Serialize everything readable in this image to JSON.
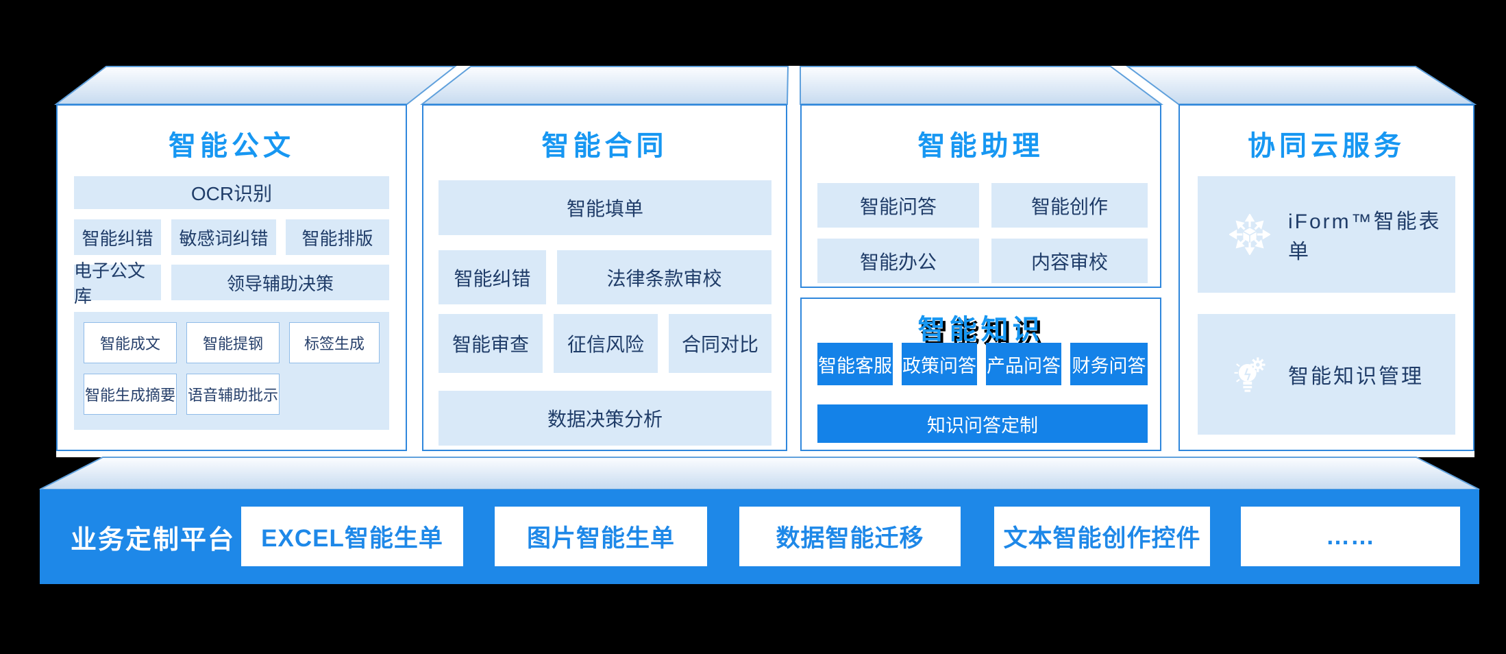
{
  "colors": {
    "canvas_background": "#000000",
    "title_blue": "#1797F2",
    "bar_blue": "#1E88E8",
    "deep_button_blue": "#1482E8",
    "light_card": "#D9E9F8",
    "panel_border": "#2F87DC",
    "navy_text": "#1F3C68"
  },
  "panels": {
    "gongwen": {
      "title": "智能公文",
      "ocr": "OCR识别",
      "jiucuo": "智能纠错",
      "minganci": "敏感词纠错",
      "paiban": "智能排版",
      "gongwenku": "电子公文库",
      "lingdao": "领导辅助决策",
      "chengwen": "智能成文",
      "tigang": "智能提钢",
      "biaoqian": "标签生成",
      "zhaiyao": "智能生成摘要",
      "yuyin": "语音辅助批示"
    },
    "hetong": {
      "title": "智能合同",
      "tiandan": "智能填单",
      "jiucuo": "智能纠错",
      "falv": "法律条款审校",
      "shencha": "智能审查",
      "zhengxin": "征信风险",
      "duibi": "合同对比",
      "juece": "数据决策分析"
    },
    "zhuli": {
      "title": "智能助理",
      "wenda": "智能问答",
      "chuangzuo": "智能创作",
      "bangong": "智能办公",
      "shenxiao": "内容审校"
    },
    "zhishi": {
      "title": "智能知识",
      "kefu": "智能客服",
      "zhengce": "政策问答",
      "chanpin": "产品问答",
      "caiwu": "财务问答",
      "dingzhi": "知识问答定制"
    },
    "yun": {
      "title": "协同云服务",
      "iform": "iForm™智能表单",
      "zsgl": "智能知识管理",
      "icon1": "share-cube-icon",
      "icon2": "idea-bulb-gear-icon"
    }
  },
  "platform": {
    "label": "业务定制平台",
    "buttons": [
      "EXCEL智能生单",
      "图片智能生单",
      "数据智能迁移",
      "文本智能创作控件",
      "……"
    ]
  }
}
